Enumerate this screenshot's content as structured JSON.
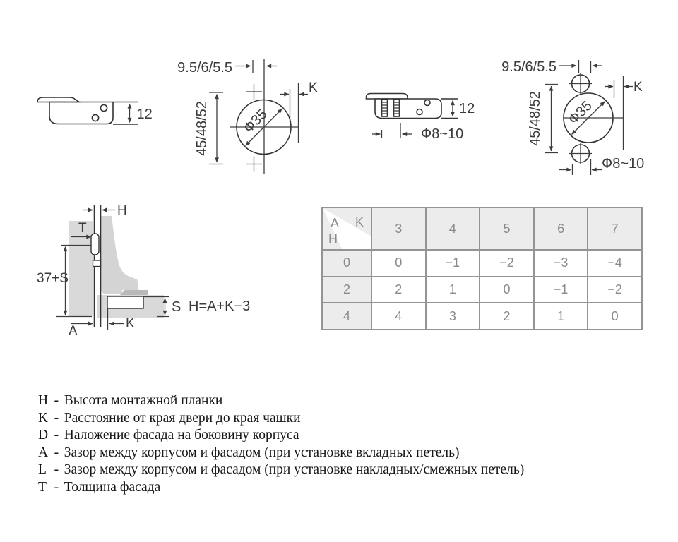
{
  "hinge_left": {
    "height_label": "12"
  },
  "drill_left": {
    "offset_label": "9.5/6/5.5",
    "vertical_label": "45/48/52",
    "cup_label": "Ф35",
    "k_label": "K"
  },
  "hinge_right": {
    "height_label": "12",
    "dowel_label": "Ф8~10"
  },
  "drill_right": {
    "offset_label": "9.5/6/5.5",
    "vertical_label": "45/48/52",
    "cup_label": "Ф35",
    "k_label": "K",
    "dowel_label": "Ф8~10"
  },
  "section": {
    "h_label": "H",
    "t_label": "T",
    "plate_label": "37+S",
    "s_label": "S",
    "a_label": "A",
    "k_label": "K",
    "formula": "H=A+K−3"
  },
  "table": {
    "corner": {
      "a": "A",
      "k": "K",
      "h": "H"
    },
    "columns": [
      "3",
      "4",
      "5",
      "6",
      "7"
    ],
    "rows": [
      {
        "label": "0",
        "values": [
          "0",
          "−1",
          "−2",
          "−3",
          "−4"
        ]
      },
      {
        "label": "2",
        "values": [
          "2",
          "1",
          "0",
          "−1",
          "−2"
        ]
      },
      {
        "label": "4",
        "values": [
          "4",
          "3",
          "2",
          "1",
          "0"
        ]
      }
    ]
  },
  "legend": {
    "separator": "-",
    "items": [
      {
        "letter": "H",
        "text": "Высота монтажной планки"
      },
      {
        "letter": "K",
        "text": "Расстояние от края двери до края чашки"
      },
      {
        "letter": "D",
        "text": "Наложение фасада на боковину корпуса"
      },
      {
        "letter": "A",
        "text": "Зазор между корпусом и фасадом (при установке вкладных петель)"
      },
      {
        "letter": "L",
        "text": "Зазор между корпусом и фасадом (при установке накладных/смежных петель)"
      },
      {
        "letter": "T",
        "text": "Толщина фасада"
      }
    ]
  }
}
